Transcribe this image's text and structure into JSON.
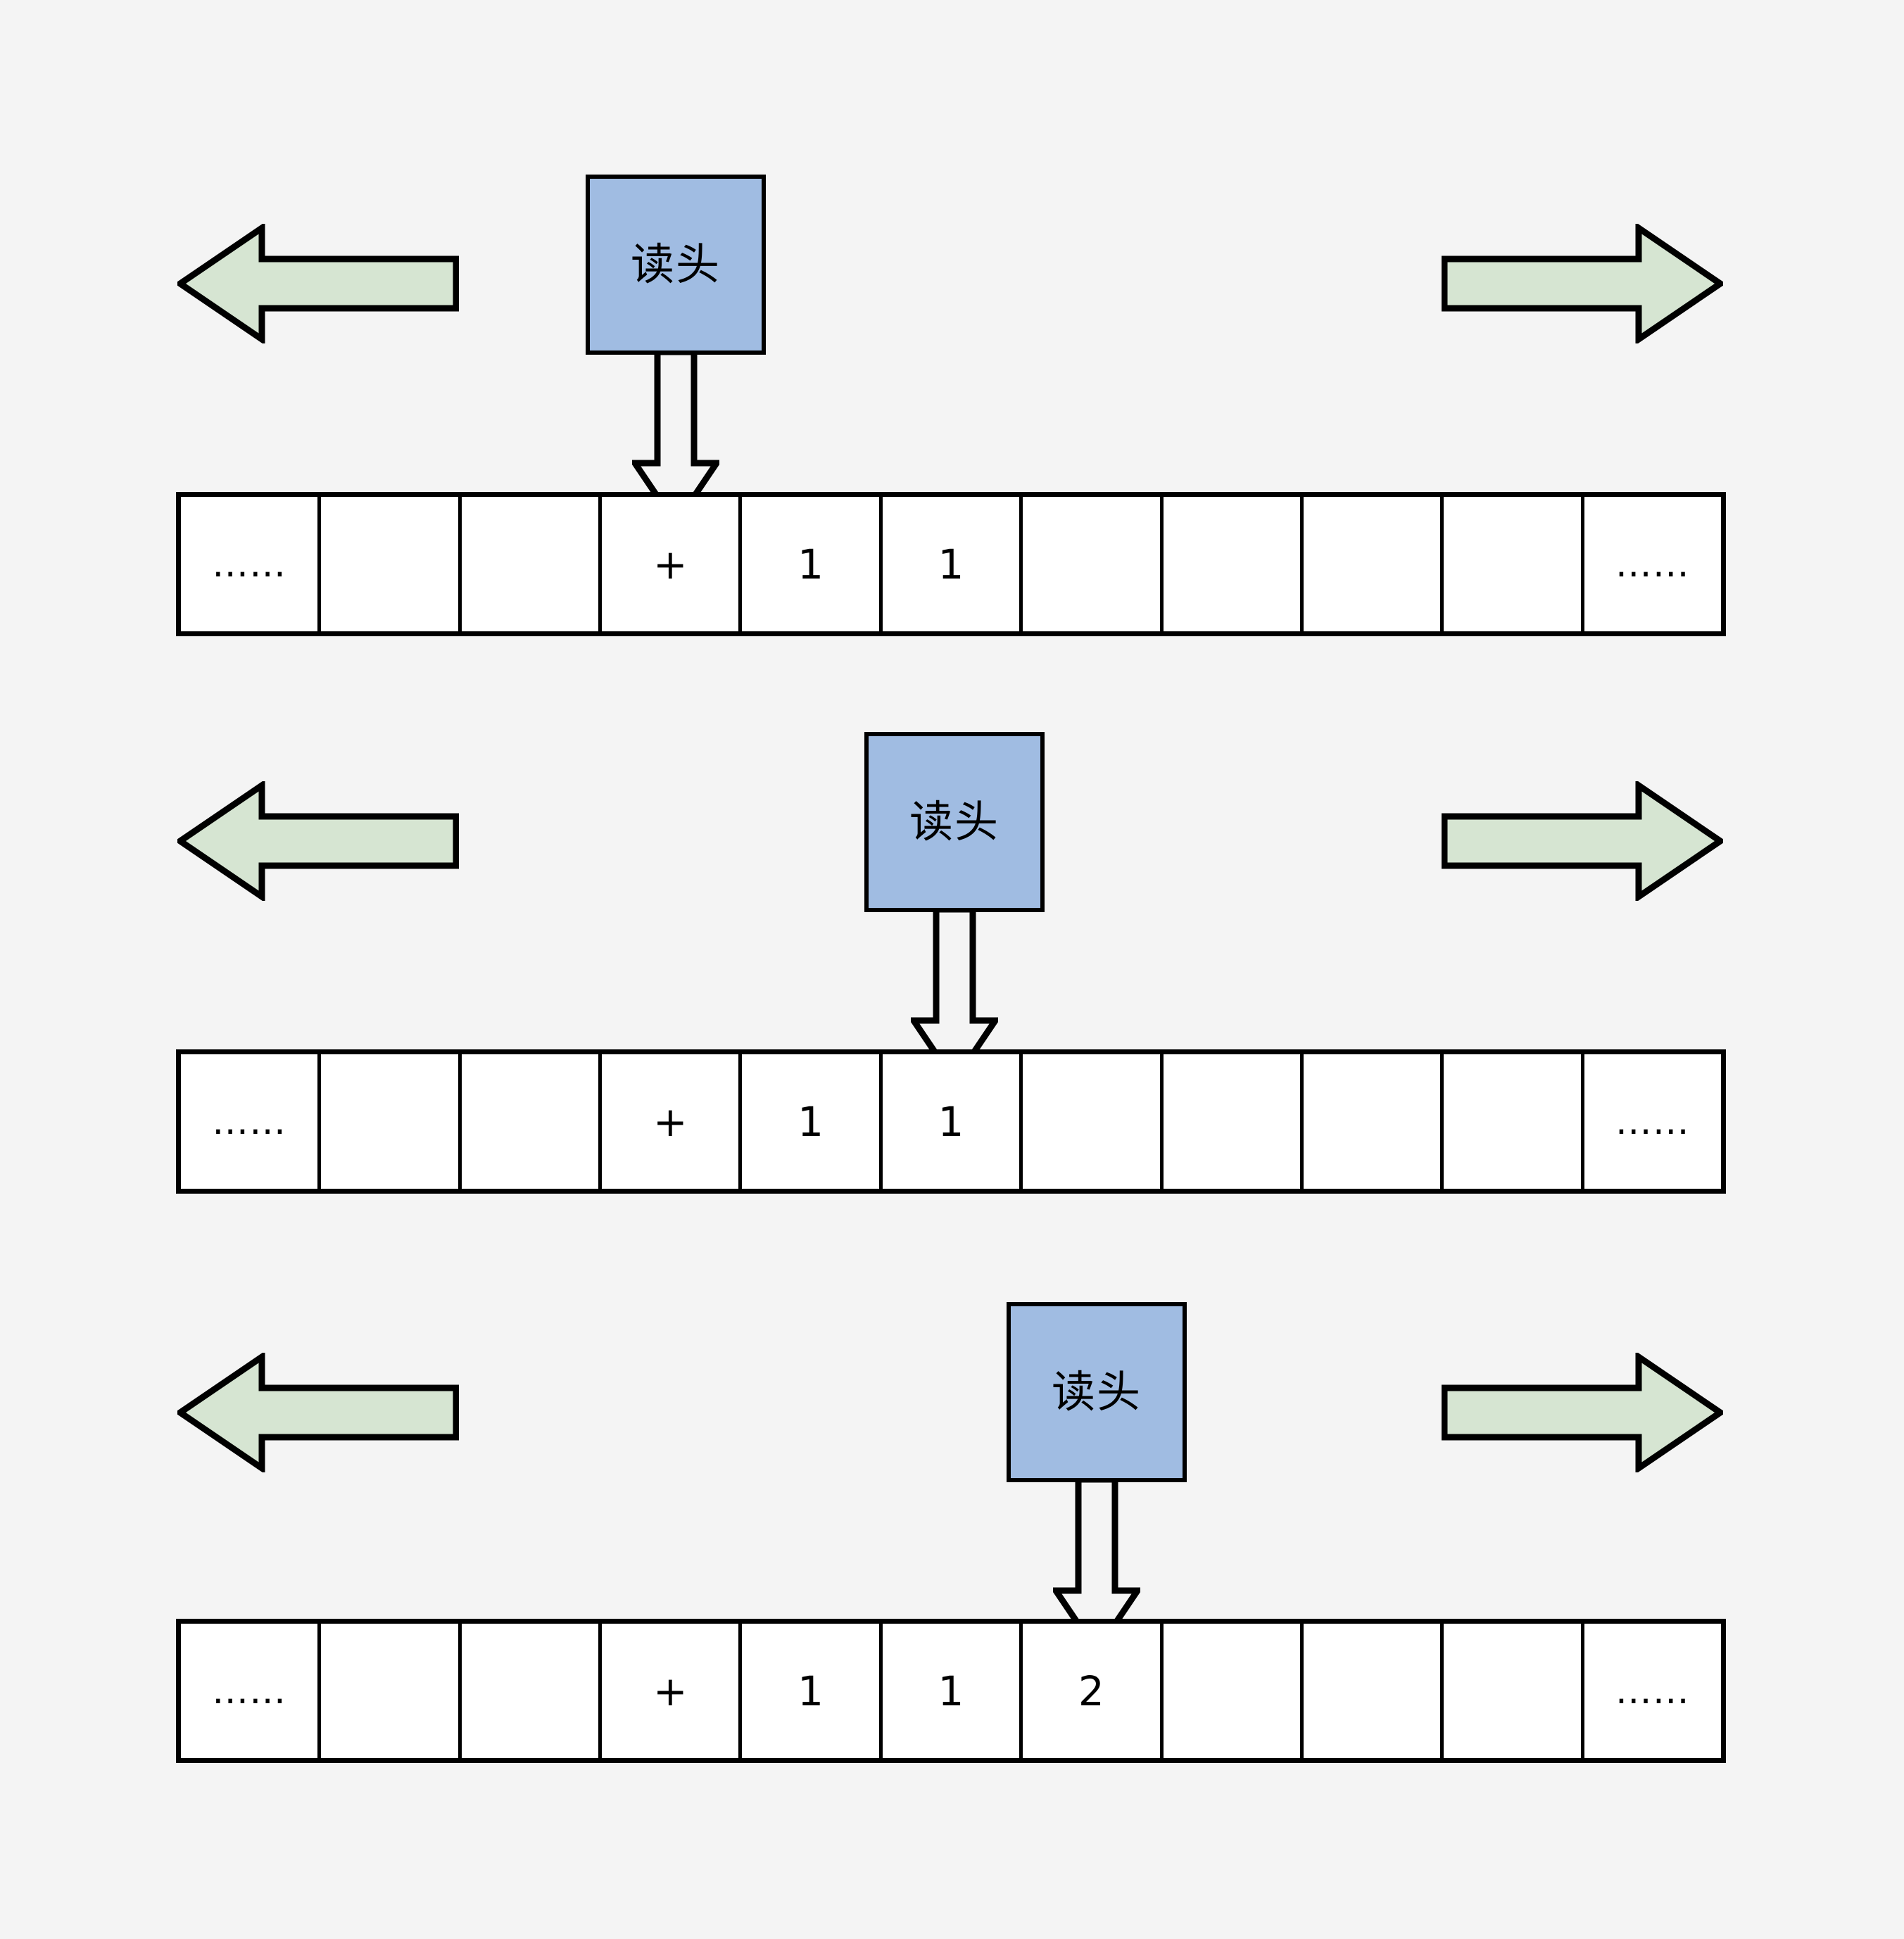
{
  "diagram": {
    "title": "Turing machine read head moving along the tape",
    "colors": {
      "background": "#f4f4f4",
      "head_fill": "#a0bce2",
      "arrow_fill": "#d6e5d2",
      "stroke": "#000000",
      "tape_fill": "#ffffff"
    },
    "head_label": "读头",
    "arrow_left_name": "move-left",
    "arrow_right_name": "move-right",
    "steps": [
      {
        "id": "step-1",
        "head_cell_index": 3,
        "cells": [
          "……",
          "",
          "",
          "+",
          "1",
          "1",
          "",
          "",
          "",
          "",
          "……"
        ]
      },
      {
        "id": "step-2",
        "head_cell_index": 5,
        "cells": [
          "……",
          "",
          "",
          "+",
          "1",
          "1",
          "",
          "",
          "",
          "",
          "……"
        ]
      },
      {
        "id": "step-3",
        "head_cell_index": 6,
        "cells": [
          "……",
          "",
          "",
          "+",
          "1",
          "1",
          "2",
          "",
          "",
          "",
          "……"
        ]
      }
    ]
  }
}
